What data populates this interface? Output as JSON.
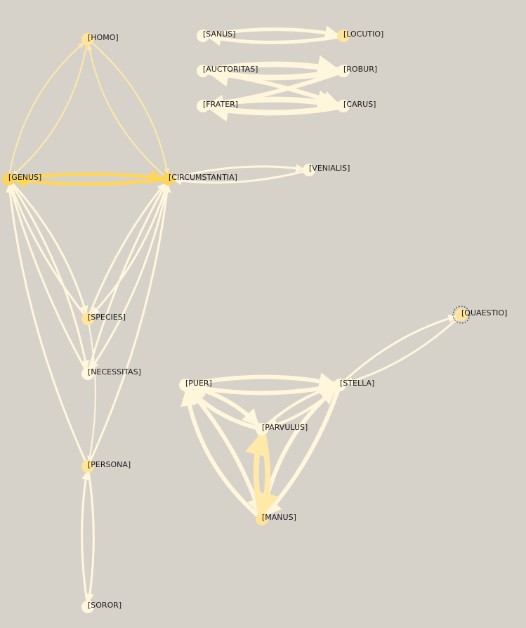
{
  "colors": {
    "background": "#d6d2ca",
    "edge_light": "#fff6dc",
    "edge_mid": "#ffe9a8",
    "edge_strong": "#ffd65a",
    "node_strong": "#ffd45a",
    "node_mid": "#ffe49a",
    "node_light": "#fff6dc",
    "label": "#1a1a1a"
  },
  "nodes": [
    {
      "id": "homo",
      "label": "[HOMO]",
      "strength": "mid"
    },
    {
      "id": "genus",
      "label": "[GENUS]",
      "strength": "strong"
    },
    {
      "id": "circumstantia",
      "label": "[CIRCUMSTANTIA]",
      "strength": "strong"
    },
    {
      "id": "venialis",
      "label": "[VENIALIS]",
      "strength": "light"
    },
    {
      "id": "sanus",
      "label": "[SANUS]",
      "strength": "light"
    },
    {
      "id": "locutio",
      "label": "[LOCUTIO]",
      "strength": "mid"
    },
    {
      "id": "auctoritas",
      "label": "[AUCTORITAS]",
      "strength": "light"
    },
    {
      "id": "robur",
      "label": "[ROBUR]",
      "strength": "light"
    },
    {
      "id": "frater",
      "label": "[FRATER]",
      "strength": "light"
    },
    {
      "id": "carus",
      "label": "[CARUS]",
      "strength": "light"
    },
    {
      "id": "species",
      "label": "[SPECIES]",
      "strength": "mid"
    },
    {
      "id": "necessitas",
      "label": "[NECESSITAS]",
      "strength": "light"
    },
    {
      "id": "persona",
      "label": "[PERSONA]",
      "strength": "mid"
    },
    {
      "id": "soror",
      "label": "[SOROR]",
      "strength": "light"
    },
    {
      "id": "puer",
      "label": "[PUER]",
      "strength": "light"
    },
    {
      "id": "stella",
      "label": "[STELLA]",
      "strength": "light"
    },
    {
      "id": "parvulus",
      "label": "[PARVULUS]",
      "strength": "light"
    },
    {
      "id": "manus",
      "label": "[MANUS]",
      "strength": "mid"
    },
    {
      "id": "quaestio",
      "label": "[QUAESTIO]",
      "strength": "mid",
      "selected": true
    }
  ],
  "edges": [
    {
      "from": "genus",
      "to": "homo",
      "weight": 2,
      "strength": "mid"
    },
    {
      "from": "homo",
      "to": "genus",
      "weight": 2,
      "strength": "mid"
    },
    {
      "from": "circumstantia",
      "to": "homo",
      "weight": 2,
      "strength": "mid"
    },
    {
      "from": "homo",
      "to": "circumstantia",
      "weight": 2,
      "strength": "mid"
    },
    {
      "from": "genus",
      "to": "circumstantia",
      "weight": 5,
      "strength": "strong"
    },
    {
      "from": "circumstantia",
      "to": "genus",
      "weight": 5,
      "strength": "strong"
    },
    {
      "from": "circumstantia",
      "to": "venialis",
      "weight": 3,
      "strength": "light"
    },
    {
      "from": "venialis",
      "to": "circumstantia",
      "weight": 3,
      "strength": "light"
    },
    {
      "from": "sanus",
      "to": "locutio",
      "weight": 5,
      "strength": "light"
    },
    {
      "from": "locutio",
      "to": "sanus",
      "weight": 5,
      "strength": "light"
    },
    {
      "from": "auctoritas",
      "to": "robur",
      "weight": 8,
      "strength": "light"
    },
    {
      "from": "robur",
      "to": "auctoritas",
      "weight": 8,
      "strength": "light"
    },
    {
      "from": "frater",
      "to": "carus",
      "weight": 8,
      "strength": "light"
    },
    {
      "from": "carus",
      "to": "frater",
      "weight": 8,
      "strength": "light"
    },
    {
      "from": "auctoritas",
      "to": "carus",
      "weight": 6,
      "strength": "light"
    },
    {
      "from": "robur",
      "to": "frater",
      "weight": 6,
      "strength": "light"
    },
    {
      "from": "genus",
      "to": "species",
      "weight": 3,
      "strength": "light"
    },
    {
      "from": "species",
      "to": "genus",
      "weight": 3,
      "strength": "light"
    },
    {
      "from": "circumstantia",
      "to": "species",
      "weight": 3,
      "strength": "light"
    },
    {
      "from": "species",
      "to": "circumstantia",
      "weight": 3,
      "strength": "light"
    },
    {
      "from": "genus",
      "to": "necessitas",
      "weight": 3,
      "strength": "light"
    },
    {
      "from": "necessitas",
      "to": "genus",
      "weight": 3,
      "strength": "light"
    },
    {
      "from": "circumstantia",
      "to": "necessitas",
      "weight": 3,
      "strength": "light"
    },
    {
      "from": "necessitas",
      "to": "circumstantia",
      "weight": 3,
      "strength": "light"
    },
    {
      "from": "persona",
      "to": "genus",
      "weight": 3,
      "strength": "light"
    },
    {
      "from": "persona",
      "to": "circumstantia",
      "weight": 3,
      "strength": "light"
    },
    {
      "from": "species",
      "to": "persona",
      "weight": 2,
      "strength": "light"
    },
    {
      "from": "persona",
      "to": "soror",
      "weight": 3,
      "strength": "light"
    },
    {
      "from": "soror",
      "to": "persona",
      "weight": 3,
      "strength": "light"
    },
    {
      "from": "puer",
      "to": "stella",
      "weight": 6,
      "strength": "light"
    },
    {
      "from": "stella",
      "to": "puer",
      "weight": 6,
      "strength": "light"
    },
    {
      "from": "puer",
      "to": "parvulus",
      "weight": 6,
      "strength": "light"
    },
    {
      "from": "parvulus",
      "to": "puer",
      "weight": 6,
      "strength": "light"
    },
    {
      "from": "stella",
      "to": "parvulus",
      "weight": 4,
      "strength": "light"
    },
    {
      "from": "parvulus",
      "to": "stella",
      "weight": 4,
      "strength": "light"
    },
    {
      "from": "manus",
      "to": "puer",
      "weight": 6,
      "strength": "light"
    },
    {
      "from": "puer",
      "to": "manus",
      "weight": 6,
      "strength": "light"
    },
    {
      "from": "manus",
      "to": "stella",
      "weight": 6,
      "strength": "light"
    },
    {
      "from": "stella",
      "to": "manus",
      "weight": 6,
      "strength": "light"
    },
    {
      "from": "manus",
      "to": "parvulus",
      "weight": 8,
      "strength": "mid"
    },
    {
      "from": "parvulus",
      "to": "manus",
      "weight": 8,
      "strength": "mid"
    },
    {
      "from": "stella",
      "to": "quaestio",
      "weight": 3,
      "strength": "light"
    },
    {
      "from": "quaestio",
      "to": "stella",
      "weight": 3,
      "strength": "light"
    }
  ]
}
